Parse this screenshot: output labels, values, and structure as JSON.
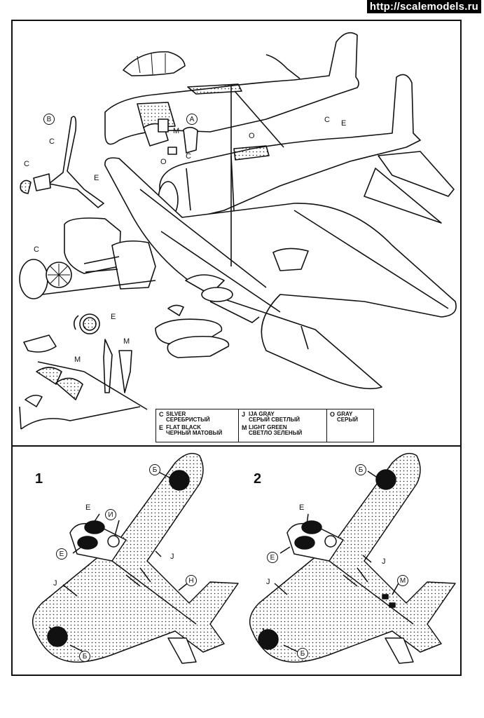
{
  "watermark": "http://scalemodels.ru",
  "legend": {
    "entries": [
      {
        "code": "C",
        "line1": "SILVER",
        "line2": "СЕРЕБРИСТЫЙ"
      },
      {
        "code": "E",
        "line1": "FLAT BLACK",
        "line2": "ЧЕРНЫЙ МАТОВЫЙ"
      },
      {
        "code": "J",
        "line1": "IJA GRAY",
        "line2": "СЕРЫЙ СВЕТЛЫЙ"
      },
      {
        "code": "M",
        "line1": "LIGHT GREEN",
        "line2": "СВЕТЛО ЗЕЛЕНЫЙ"
      },
      {
        "code": "O",
        "line1": "GRAY",
        "line2": "СЕРЫЙ"
      }
    ]
  },
  "assembly_callouts": {
    "b": "B",
    "c1": "C",
    "c2": "C",
    "c3": "C",
    "c4": "C",
    "c5": "C",
    "e1": "E",
    "e2": "E",
    "e3": "E",
    "m1": "M",
    "m2": "M",
    "m3": "M",
    "a": "A",
    "o1": "O",
    "o2": "O"
  },
  "scheme1": {
    "number": "1",
    "callouts": {
      "top_marking": "Б",
      "bottom_marking": "Б",
      "engine_upper": "E",
      "engine_lower": "E",
      "nacelle": "И",
      "wing": "J",
      "wing_left": "J",
      "fuselage": "Н"
    }
  },
  "scheme2": {
    "number": "2",
    "callouts": {
      "top_marking": "Б",
      "bottom_marking": "Б",
      "engine_upper": "E",
      "engine_lower": "E",
      "wing": "J",
      "wing_left": "J",
      "fuselage": "М"
    }
  }
}
